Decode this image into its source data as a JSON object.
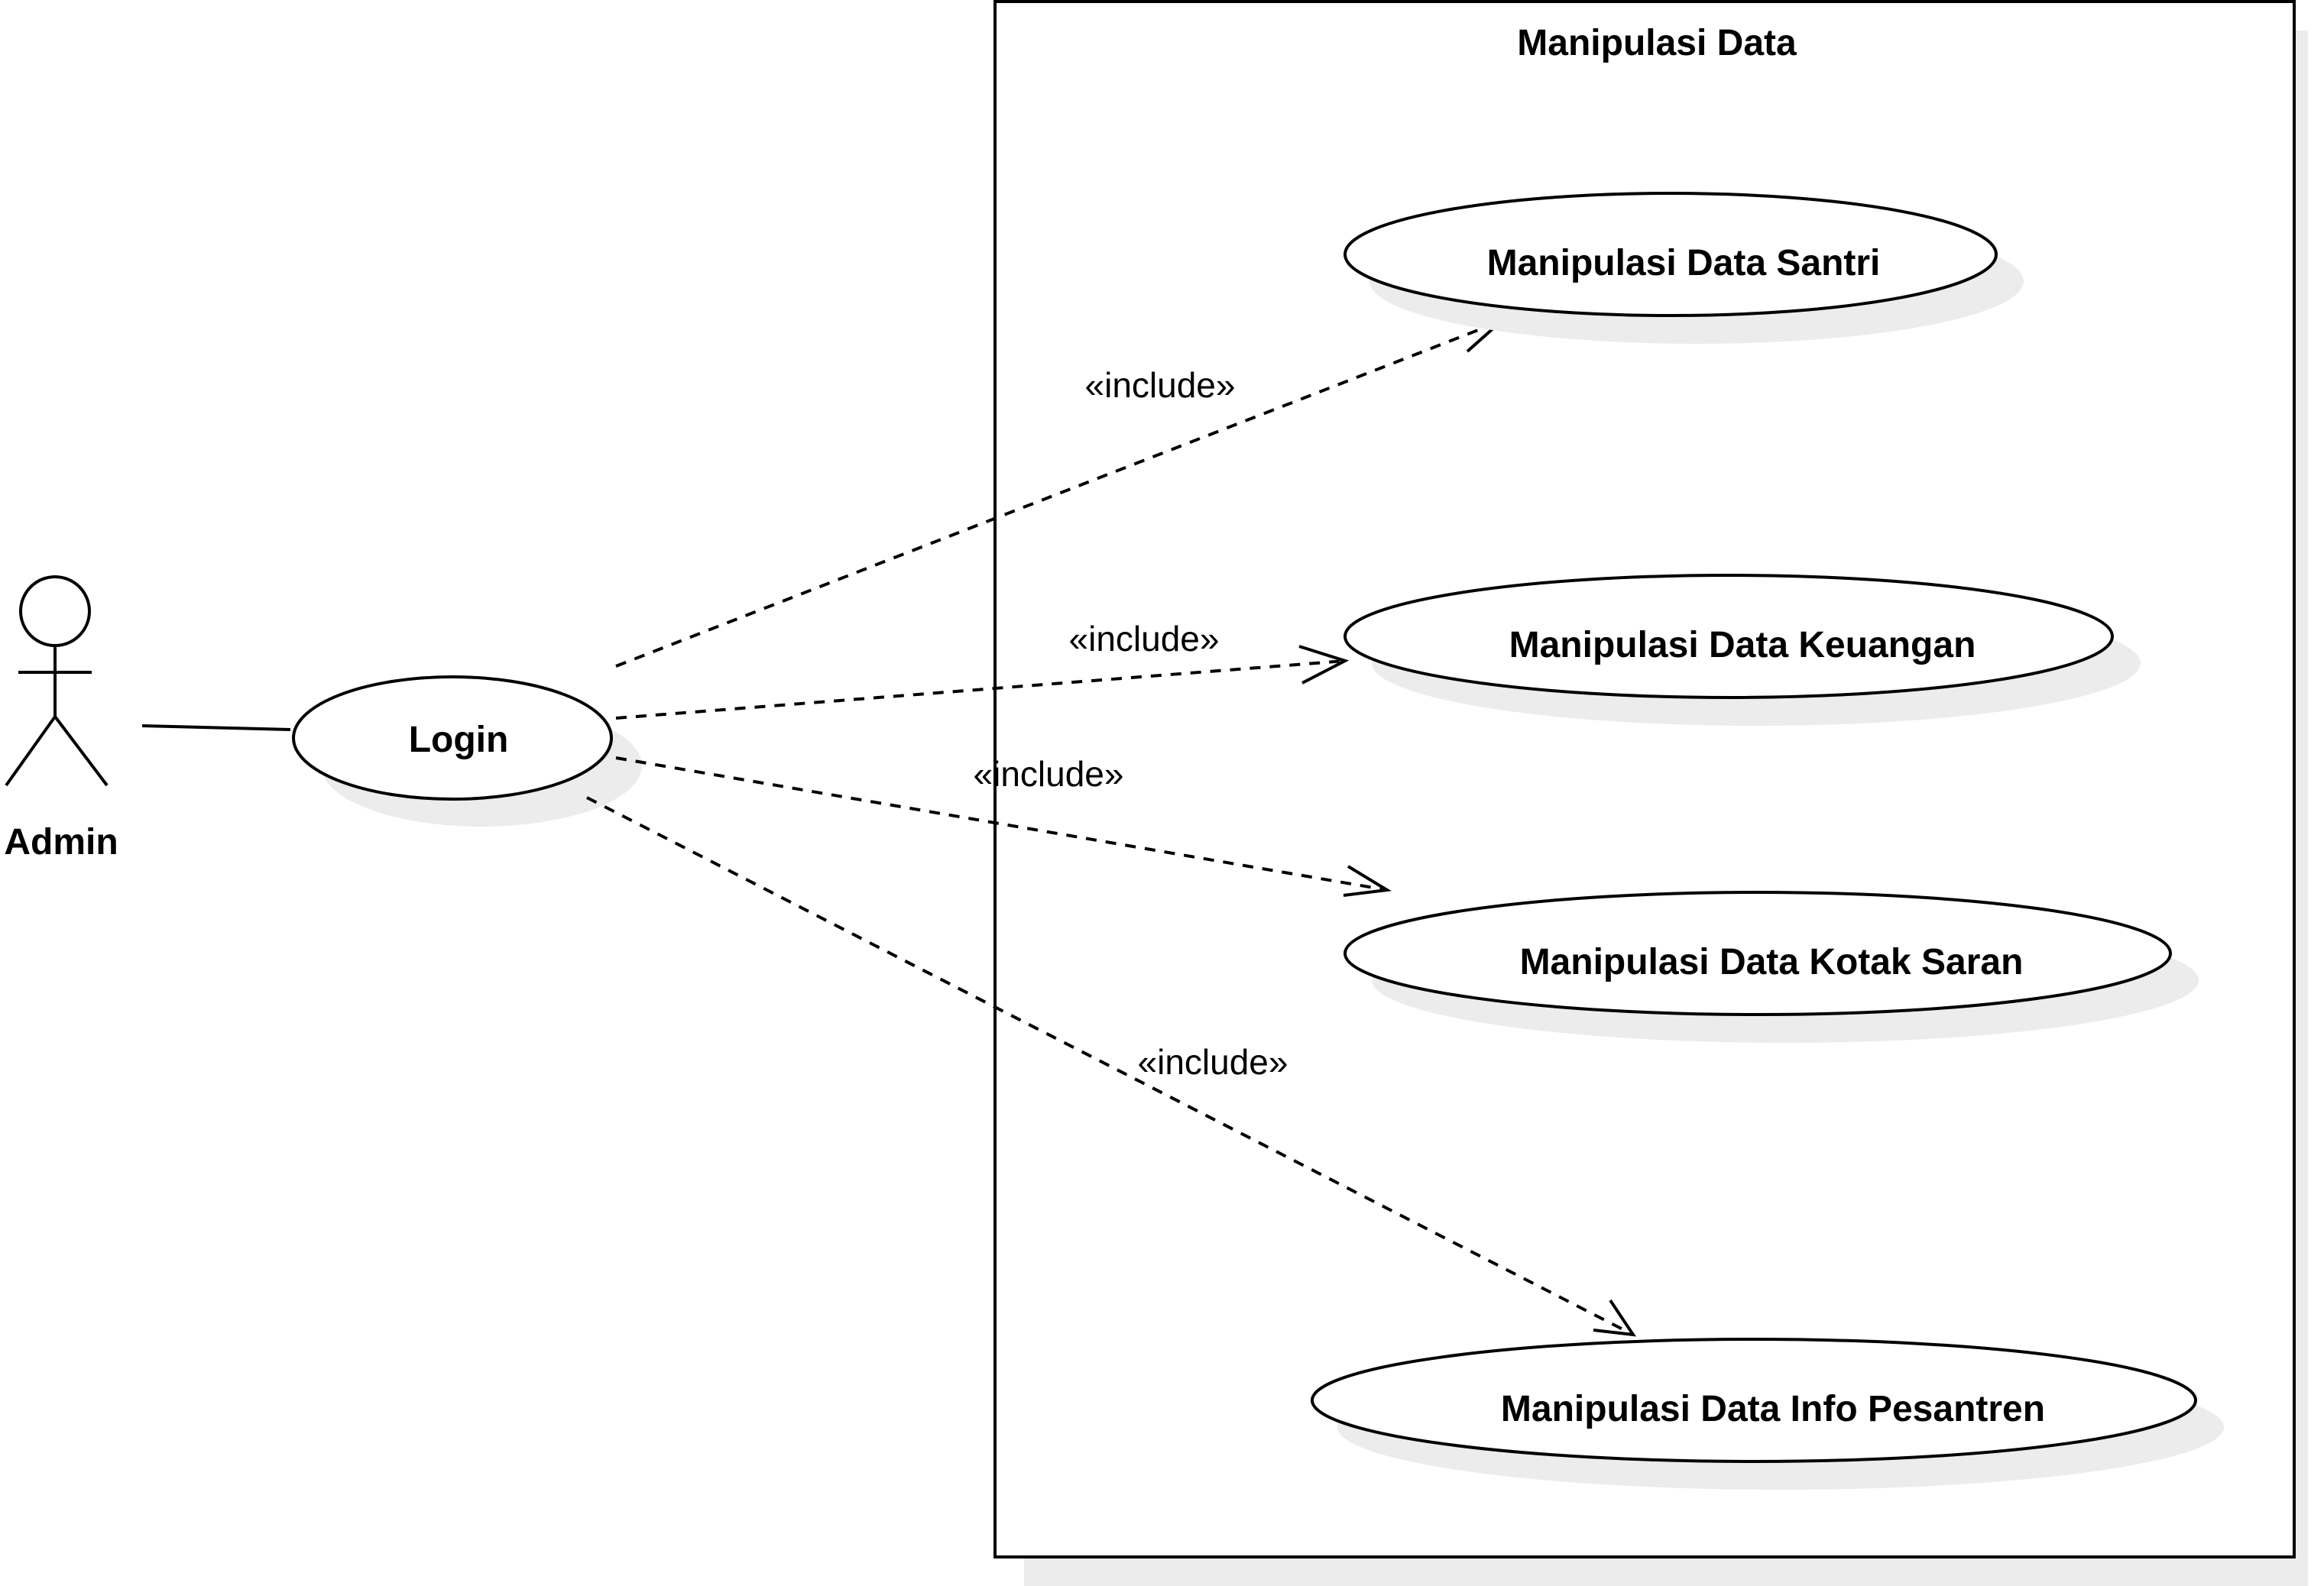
{
  "diagram": {
    "type": "uml-use-case",
    "system_boundary": {
      "title": "Manipulasi Data"
    },
    "actor": {
      "name": "Admin"
    },
    "base_use_case": {
      "label": "Login"
    },
    "use_cases": [
      {
        "label": "Manipulasi Data Santri"
      },
      {
        "label": "Manipulasi Data Keuangan"
      },
      {
        "label": "Manipulasi Data Kotak Saran"
      },
      {
        "label": "Manipulasi Data Info Pesantren"
      }
    ],
    "relationships": [
      {
        "from": "Login",
        "to": "Manipulasi Data Santri",
        "stereotype": "«include»"
      },
      {
        "from": "Login",
        "to": "Manipulasi Data Keuangan",
        "stereotype": "«include»"
      },
      {
        "from": "Login",
        "to": "Manipulasi Data Kotak Saran",
        "stereotype": "«include»"
      },
      {
        "from": "Login",
        "to": "Manipulasi Data Info Pesantren",
        "stereotype": "«include»"
      }
    ]
  }
}
